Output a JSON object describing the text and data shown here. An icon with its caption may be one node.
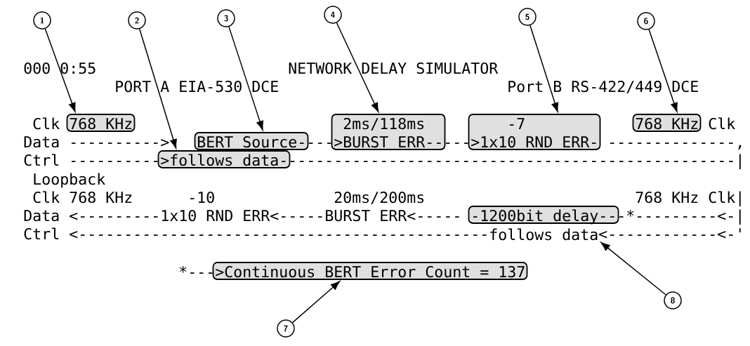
{
  "diagram": {
    "nodes": [
      {
        "text": [
          "768 KHz"
        ]
      },
      {
        "text": [
          "BERT Source-"
        ]
      },
      {
        "text": [
          ">follows data-"
        ]
      },
      {
        "text": [
          "2ms/118ms",
          ">BURST ERR--"
        ]
      },
      {
        "text": [
          "-7",
          ">1x10  RND ERR-"
        ]
      },
      {
        "text": [
          "768 KHz"
        ]
      },
      {
        "text": [
          "-1200bit delay--"
        ]
      },
      {
        "text": [
          "follows data"
        ]
      },
      {
        "text": [
          ">Continuous BERT Error Count = 137"
        ]
      },
      {
        "text": [
          "1"
        ]
      },
      {
        "text": [
          "2"
        ]
      },
      {
        "text": [
          "3"
        ]
      },
      {
        "text": [
          "4"
        ]
      },
      {
        "text": [
          "5"
        ]
      },
      {
        "text": [
          "6"
        ]
      },
      {
        "text": [
          "7"
        ]
      },
      {
        "text": [
          "8"
        ]
      }
    ],
    "edges": [
      {
        "from": 9,
        "to": 0,
        "arrow": "to"
      },
      {
        "from": 10,
        "to": 2,
        "arrow": "to"
      },
      {
        "from": 11,
        "to": 1,
        "arrow": "to"
      },
      {
        "from": 12,
        "to": 3,
        "arrow": "to"
      },
      {
        "from": 13,
        "to": 4,
        "arrow": "to"
      },
      {
        "from": 14,
        "to": 5,
        "arrow": "to"
      },
      {
        "from": 15,
        "to": 8,
        "arrow": "to"
      },
      {
        "from": 16,
        "to": 7,
        "arrow": "to"
      }
    ],
    "labels": [
      "000  0:55",
      "NETWORK DELAY SIMULATOR",
      "PORT A EIA-530 DCE",
      "Port B RS-422/449 DCE",
      "Clk",
      "Clk",
      "Data ---------->",
      "---",
      "---",
      "--------------,",
      "Ctrl ----------",
      "-------------------------------------------------|",
      "Loopback",
      "Clk 768 KHz",
      "-10",
      "20ms/200ms",
      "768 KHz Clk|",
      "Data <---------1x10  RND ERR<-----BURST ERR<-----",
      "-*---------<-|",
      "Ctrl <---------------------------------------------",
      "<------------<-'",
      "*---"
    ]
  }
}
